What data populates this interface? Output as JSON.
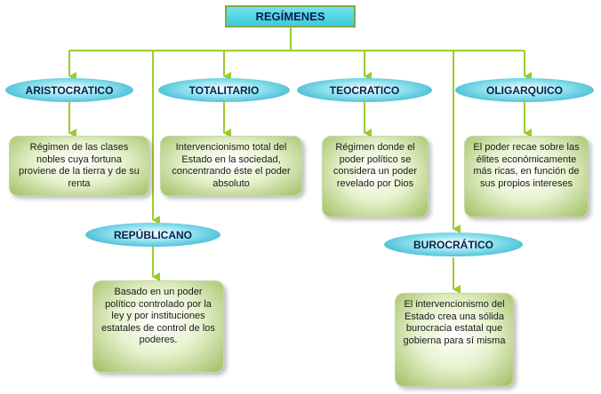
{
  "title": "REGÍMENES",
  "colors": {
    "connector": "#9ccc2c",
    "title_fill": "#5ad6e2",
    "oval_fill": "#1ca6c4",
    "card_fill": "#b8d17e"
  },
  "regimes": {
    "aristocratico": {
      "label": "ARISTOCRATICO",
      "description": "Régimen de las clases nobles cuya fortuna proviene de la tierra y de su renta"
    },
    "totalitario": {
      "label": "TOTALITARIO",
      "description": "Intervencionismo total del Estado en la sociedad, concentrando éste el poder absoluto"
    },
    "teocratico": {
      "label": "TEOCRATICO",
      "description": "Régimen donde el poder político se considera un poder revelado por Dios"
    },
    "oligarquico": {
      "label": "OLIGARQUICO",
      "description": "El poder recae sobre las élites económicamente más ricas, en función de sus propios intereses"
    },
    "republicano": {
      "label": "REPÚBLICANO",
      "description": "Basado en un poder político controlado por la ley y por instituciones estatales de control de los poderes."
    },
    "burocratico": {
      "label": "BUROCRÁTICO",
      "description": "El intervencionismo del Estado crea una sólida burocracia estatal que gobierna para sí misma"
    }
  }
}
